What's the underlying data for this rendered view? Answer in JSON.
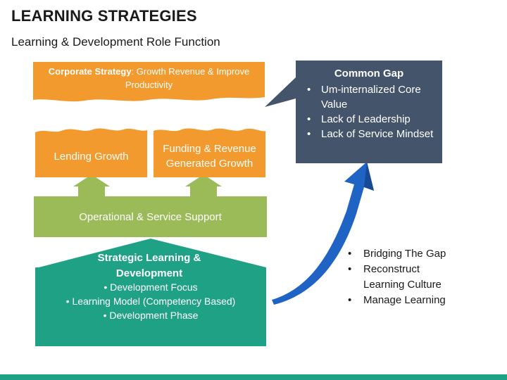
{
  "header": {
    "title": "LEARNING STRATEGIES",
    "subtitle": "Learning & Development Role Function"
  },
  "corporate_strategy": {
    "label_bold": "Corporate Strategy",
    "label_rest": ": Growth Revenue & Improve Productivity"
  },
  "lending_growth": "Lending Growth",
  "funding_revenue": "Funding & Revenue Generated Growth",
  "operational_support": "Operational & Service Support",
  "strategic_learning": {
    "title": "Strategic Learning & Development",
    "items": [
      "Development Focus",
      "Learning Model (Competency Based)",
      "Development Phase"
    ]
  },
  "common_gap": {
    "title": "Common Gap",
    "items": [
      "Um-internalized Core Value",
      "Lack of Leadership",
      "Lack of Service Mindset"
    ]
  },
  "right_list": [
    "Bridging The Gap",
    "Reconstruct Learning Culture",
    "Manage Learning"
  ],
  "colors": {
    "orange": "#f29a2e",
    "green": "#9bbb59",
    "teal": "#1fa186",
    "slate": "#44546a",
    "blue_arrow": "#1f63c4"
  }
}
